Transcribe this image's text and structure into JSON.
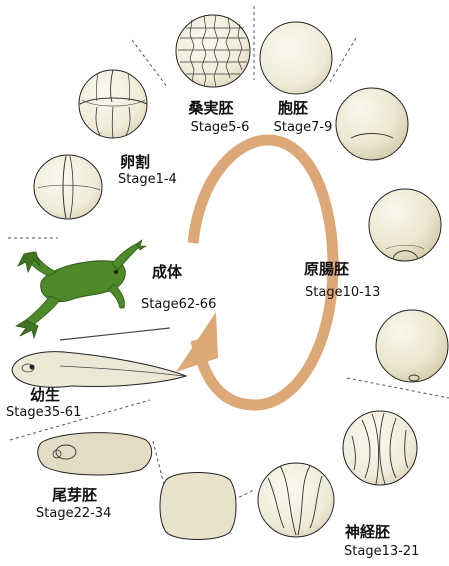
{
  "diagram": {
    "stages": {
      "cleavage": {
        "name": "卵割",
        "range": "Stage1-4"
      },
      "morula": {
        "name": "桑実胚",
        "range": "Stage5-6"
      },
      "blastula": {
        "name": "胞胚",
        "range": "Stage7-9"
      },
      "gastrula": {
        "name": "原腸胚",
        "range": "Stage10-13"
      },
      "neurula": {
        "name": "神経胚",
        "range": "Stage13-21"
      },
      "tailbud": {
        "name": "尾芽胚",
        "range": "Stage22-34"
      },
      "tadpole": {
        "name": "幼生",
        "range": "Stage35-61"
      },
      "adult": {
        "name": "成体",
        "range": "Stage62-66"
      }
    },
    "colors": {
      "cycle_arrow": "#DDA878",
      "egg_fill": "#EFEBD8",
      "egg_shade": "#D7D0B0",
      "embryo_fill": "#E2DBC4",
      "frog_green": "#4F8A2A",
      "frog_dark": "#2D5A14",
      "divider": "#555555"
    }
  }
}
